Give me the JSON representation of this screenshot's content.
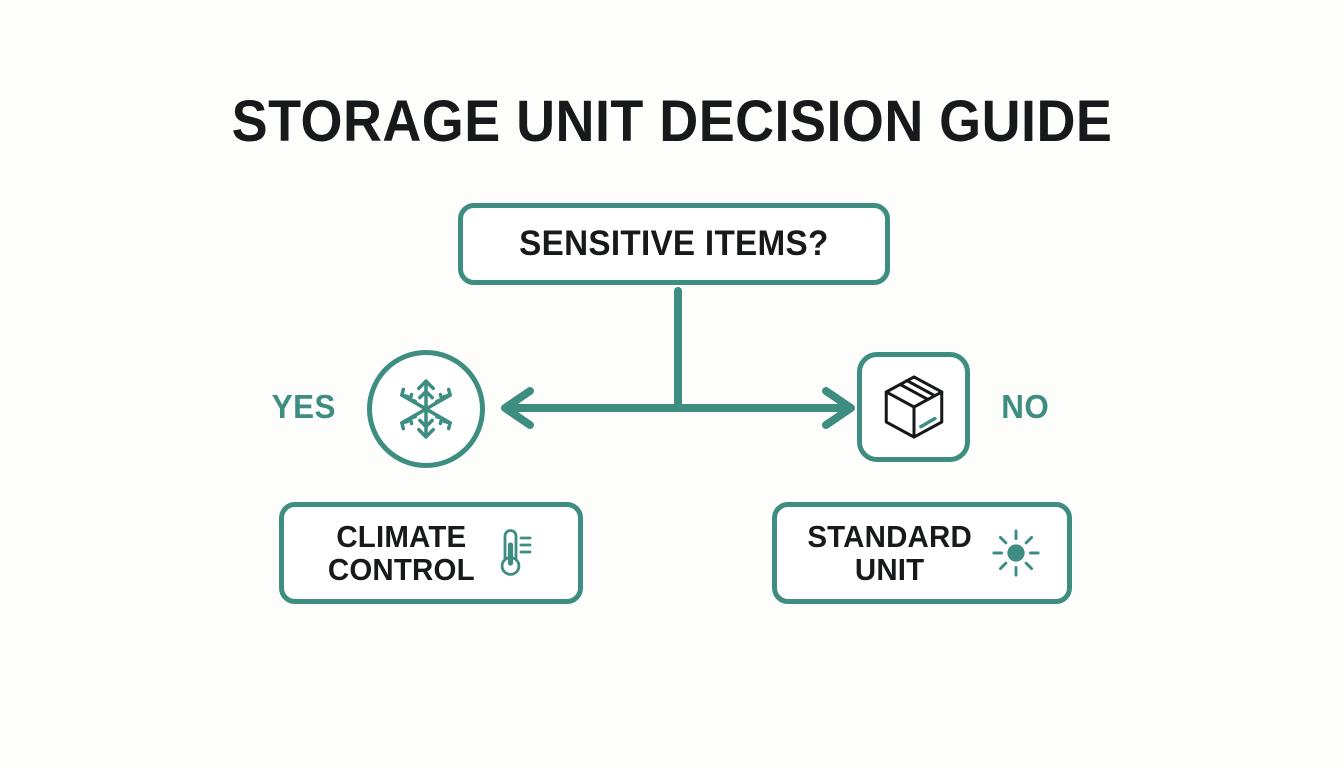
{
  "page": {
    "title": "STORAGE UNIT DECISION GUIDE",
    "background_color": "#fdfdfc",
    "accent_color": "#3d8d81",
    "text_color": "#17191a"
  },
  "flowchart": {
    "type": "decision-tree",
    "decision": {
      "label": "SENSITIVE ITEMS?",
      "shape": "rounded-rectangle"
    },
    "branches": [
      {
        "answer": "YES",
        "direction": "left",
        "icon": "snowflake-icon",
        "icon_container": "circle",
        "outcome": {
          "label": "CLIMATE\nCONTROL",
          "icon": "thermometer-icon"
        }
      },
      {
        "answer": "NO",
        "direction": "right",
        "icon": "package-box-icon",
        "icon_container": "rounded-square",
        "outcome": {
          "label": "STANDARD\nUNIT",
          "icon": "sun-icon"
        }
      }
    ],
    "connectors": {
      "stem": "vertical line from decision box down to split point",
      "split": "horizontal line with arrowheads on both ends"
    }
  }
}
